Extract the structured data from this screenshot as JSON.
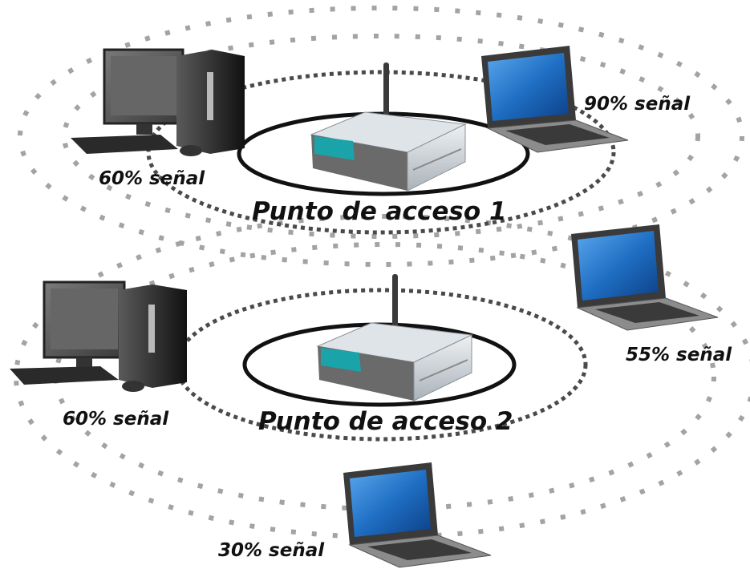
{
  "access_points": [
    {
      "label": "Punto de acceso 1"
    },
    {
      "label": "Punto de acceso 2"
    }
  ],
  "devices": [
    {
      "type": "desktop",
      "signal": "60% señal"
    },
    {
      "type": "laptop",
      "signal": "90% señal"
    },
    {
      "type": "laptop",
      "signal": "55% señal"
    },
    {
      "type": "desktop",
      "signal": "60% señal"
    },
    {
      "type": "laptop",
      "signal": "30% señal"
    }
  ],
  "colors": {
    "ring_dark": "#4a4a4a",
    "ring_light": "#9a9a9a",
    "screen": "#1f6fc4",
    "router_teal": "#1aa3a8",
    "router_body": "#c9ced3"
  }
}
